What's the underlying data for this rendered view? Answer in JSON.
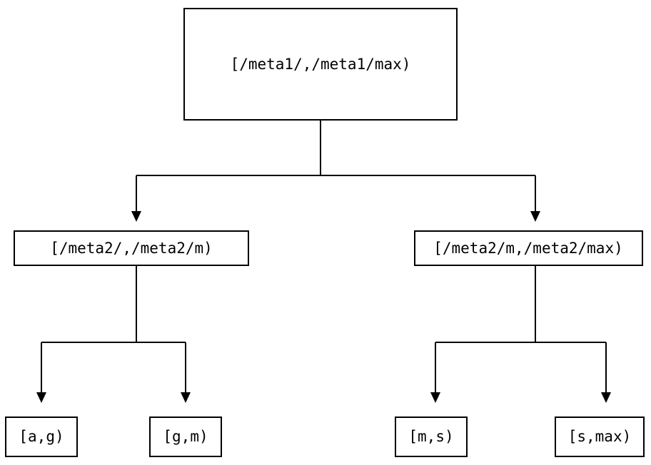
{
  "diagram": {
    "type": "tree",
    "title": "",
    "background_color": "#ffffff",
    "stroke_color": "#000000",
    "text_color": "#000000",
    "nodes": {
      "root": {
        "label": "[/meta1/,/meta1/max)",
        "level": 0
      },
      "mid_left": {
        "label": "[/meta2/,/meta2/m)",
        "level": 1
      },
      "mid_right": {
        "label": "[/meta2/m,/meta2/max)",
        "level": 1
      },
      "leaf_1": {
        "label": "[a,g)",
        "level": 2
      },
      "leaf_2": {
        "label": "[g,m)",
        "level": 2
      },
      "leaf_3": {
        "label": "[m,s)",
        "level": 2
      },
      "leaf_4": {
        "label": "[s,max)",
        "level": 2
      }
    },
    "edges": [
      {
        "from": "root",
        "to": "mid_left",
        "arrow": "triangle-down"
      },
      {
        "from": "root",
        "to": "mid_right",
        "arrow": "triangle-down"
      },
      {
        "from": "mid_left",
        "to": "leaf_1",
        "arrow": "triangle-down"
      },
      {
        "from": "mid_left",
        "to": "leaf_2",
        "arrow": "triangle-down"
      },
      {
        "from": "mid_right",
        "to": "leaf_3",
        "arrow": "triangle-down"
      },
      {
        "from": "mid_right",
        "to": "leaf_4",
        "arrow": "triangle-down"
      }
    ]
  }
}
